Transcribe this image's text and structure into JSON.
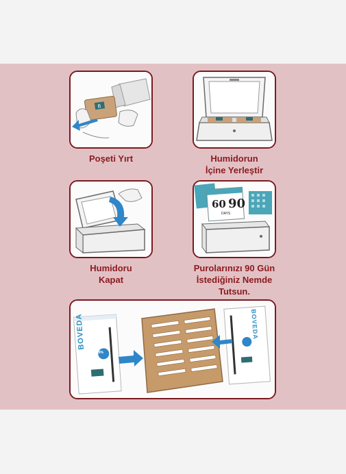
{
  "steps": [
    {
      "lines": [
        "Poşeti Yırt"
      ],
      "icon": "tear-packet-illustration"
    },
    {
      "lines": [
        "Humidorun",
        "İçine Yerleştir"
      ],
      "icon": "place-in-humidor-illustration"
    },
    {
      "lines": [
        "Humidoru",
        "Kapat"
      ],
      "icon": "close-humidor-illustration"
    },
    {
      "lines": [
        "Purolarınızı 90 Gün",
        "İstediğiniz Nemde",
        "Tutsun."
      ],
      "icon": "calendar-60-90-days-illustration"
    }
  ],
  "calendar": {
    "num_a": "60",
    "num_b": "90",
    "word": "DAYS"
  },
  "bottom": {
    "brand": "BOVEDA",
    "badge": "69%",
    "icon": "boveda-packs-into-holder-illustration"
  },
  "colors": {
    "accent": "#8b1a1e",
    "band": "#e2c1c5",
    "arrow": "#2f86c8"
  }
}
